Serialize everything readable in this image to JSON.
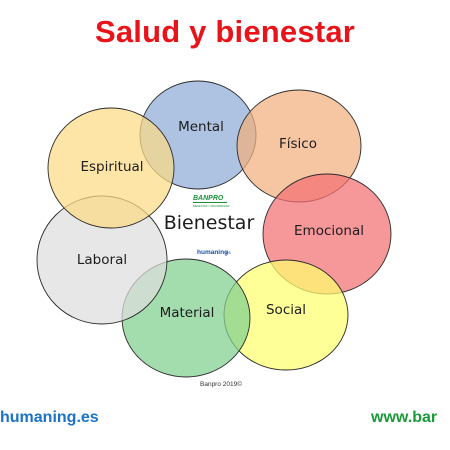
{
  "title": "Salud y bienestar",
  "center": {
    "label": "Bienestar"
  },
  "dimensions": [
    {
      "id": "mental",
      "label": "Mental",
      "color": "#8fabd6"
    },
    {
      "id": "fisico",
      "label": "Físico",
      "color": "#f2b07e"
    },
    {
      "id": "emocional",
      "label": "Emocional",
      "color": "#f26f72"
    },
    {
      "id": "social",
      "label": "Social",
      "color": "#ffff70"
    },
    {
      "id": "material",
      "label": "Material",
      "color": "#7fd08f"
    },
    {
      "id": "laboral",
      "label": "Laboral",
      "color": "#dedede"
    },
    {
      "id": "espiritual",
      "label": "Espiritual",
      "color": "#fbdb85"
    }
  ],
  "logos": {
    "banpro": {
      "name": "BANPRO",
      "tagline": "BIENESTAR Y PROSPERIDAD"
    },
    "humaning": {
      "name": "humaning",
      "suffix": "es"
    }
  },
  "credit": "Banpro 2019©",
  "footer": {
    "left": "humaning.es",
    "right": "www.bar"
  },
  "colors": {
    "title": "#e8141a",
    "footer_left": "#1a73c9",
    "footer_right": "#1b9a3a"
  }
}
